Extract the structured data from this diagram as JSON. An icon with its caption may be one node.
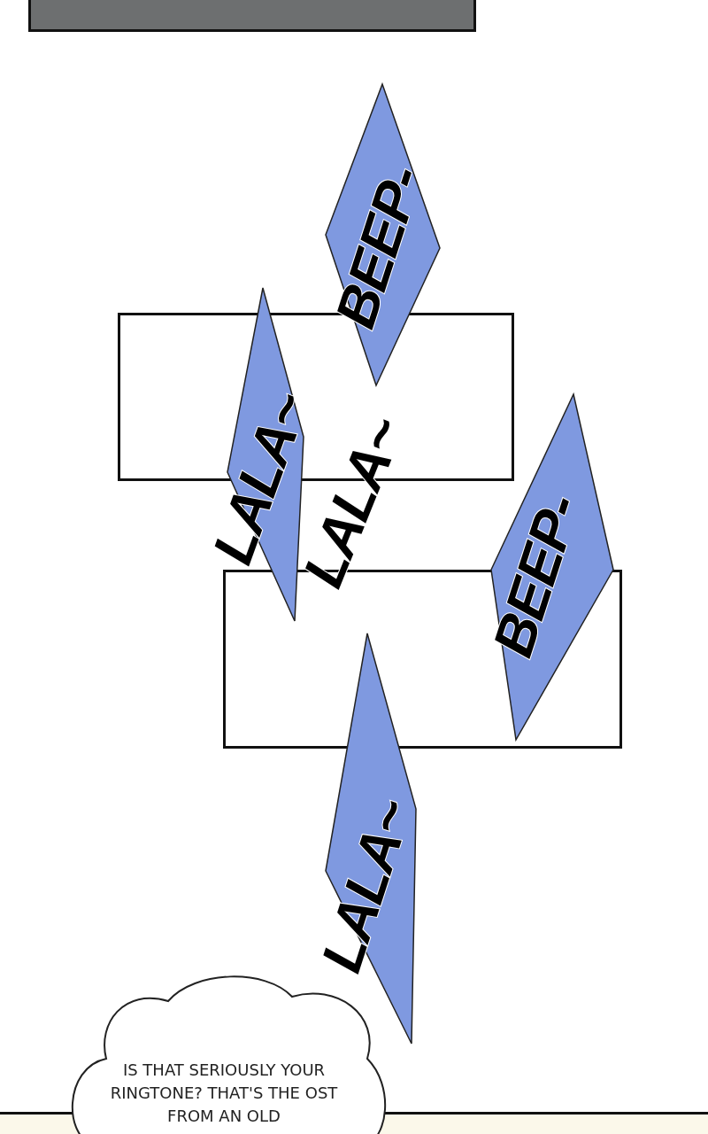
{
  "diagram": {
    "nodes": [
      {
        "text": [],
        "shape": "box"
      },
      {
        "text": [
          "BEEP-"
        ]
      },
      {
        "text": [],
        "shape": "box"
      },
      {
        "text": [
          "LALA~"
        ]
      },
      {
        "text": [],
        "shape": "box"
      },
      {
        "text": [
          "BEEP-"
        ]
      },
      {
        "text": [
          "LALA~"
        ]
      },
      {
        "text": [
          "IS THAT SERIOUSLY YOUR RINGTONE? THAT'S THE OST FROM AN OLD"
        ]
      },
      {
        "text": [],
        "shape": "box"
      }
    ],
    "labels": [
      "LALA~"
    ]
  }
}
